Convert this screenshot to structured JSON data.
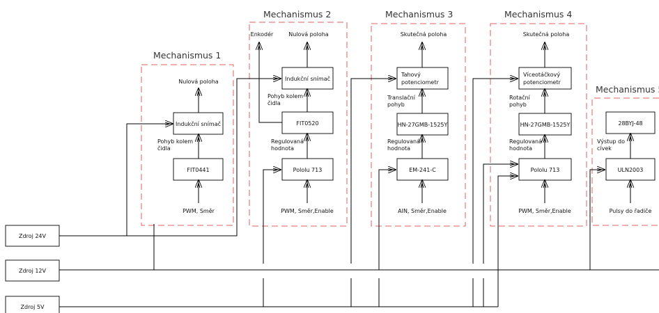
{
  "colors": {
    "line": "#000000",
    "frame": "#e06060",
    "text": "#111111"
  },
  "mechanisms": [
    {
      "title": "Mechanismus 1",
      "blocks": [
        "Indukční snímač",
        "FIT0441"
      ],
      "top_label": "Nulová poloha",
      "arrow_label_1": "Pohyb kolem",
      "arrow_label_2": "čidla",
      "input_label": "PWM, Směr"
    },
    {
      "title": "Mechanismus 2",
      "blocks": [
        "Indukční snímač",
        "FIT0520",
        "Pololu 713"
      ],
      "top_label_left": "Enkodér",
      "top_label": "Nulová poloha",
      "arrow_label_1": "Pohyb kolem",
      "arrow_label_2": "čidla",
      "arrow_label_3": "Regulovaná",
      "arrow_label_4": "hodnota",
      "input_label": "PWM, Směr,Enable"
    },
    {
      "title": "Mechanismus 3",
      "blocks": [
        "Tahový",
        "potenciometr",
        "HN-27GMB-1525Y",
        "EM-241-C"
      ],
      "top_label": "Skutečná poloha",
      "arrow_label_1": "Translační",
      "arrow_label_2": "pohyb",
      "arrow_label_3": "Regulovaná",
      "arrow_label_4": "hodnota",
      "input_label": "AIN, Směr,Enable"
    },
    {
      "title": "Mechanismus 4",
      "blocks": [
        "Víceotáčkový",
        "potenciometr",
        "HN-27GMB-1525Y",
        "Pololu 713"
      ],
      "top_label": "Skutečná poloha",
      "arrow_label_1": "Rotační",
      "arrow_label_2": "pohyb",
      "arrow_label_3": "Regulovaná",
      "arrow_label_4": "hodnota",
      "input_label": "PWM, Směr,Enable"
    },
    {
      "title": "Mechanismus 5",
      "blocks": [
        "28BYJ-48",
        "ULN2003"
      ],
      "arrow_label_1": "Výstup do",
      "arrow_label_2": "cívek",
      "input_label": "Pulsy do řadiče"
    }
  ],
  "sources": [
    "Zdroj 24V",
    "Zdroj 12V",
    "Zdroj 5V"
  ]
}
